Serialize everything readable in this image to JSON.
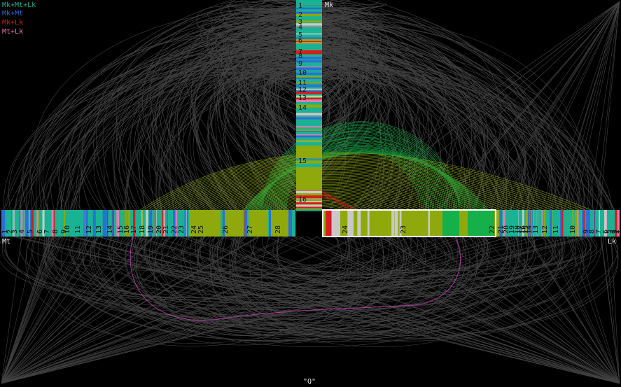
{
  "legend": [
    {
      "label": "Mk+Mt+Lk",
      "color": "#19b394"
    },
    {
      "label": "Mk+Mt",
      "color": "#2a6fd6"
    },
    {
      "label": "Mk+Lk",
      "color": "#d21e1e"
    },
    {
      "label": "Mt+Lk",
      "color": "#e87ab0"
    }
  ],
  "gospels": {
    "mark": {
      "label": "Mk",
      "chapters": [
        "1",
        "2",
        "3",
        "4",
        "5",
        "6",
        "7",
        "8",
        "9",
        "10",
        "11",
        "12",
        "13",
        "14",
        "15",
        "16"
      ]
    },
    "matthew": {
      "label": "Mt",
      "chapters": [
        "1",
        "2",
        "3",
        "4",
        "5",
        "6",
        "7",
        "8",
        "9",
        "10",
        "11",
        "12",
        "13",
        "14",
        "15",
        "16",
        "17",
        "18",
        "19",
        "20",
        "21",
        "22",
        "23",
        "24",
        "25",
        "26",
        "27",
        "28"
      ]
    },
    "luke": {
      "label": "Lk",
      "chapters": [
        "24",
        "23",
        "22",
        "21",
        "20",
        "19",
        "18",
        "17",
        "16",
        "15",
        "14",
        "13",
        "12",
        "11",
        "10",
        "9",
        "8",
        "7",
        "6",
        "5",
        "4",
        "3",
        "2",
        "1"
      ]
    }
  },
  "footer": {
    "label": "\"Q\""
  },
  "colors": {
    "triple": "#19b394",
    "mk_mt": "#2a6fd6",
    "mk_lk": "#d21e1e",
    "mt_lk": "#e87ab0",
    "olive": "#8fa80c",
    "green": "#16b04a",
    "grey": "#c8c8c8"
  }
}
